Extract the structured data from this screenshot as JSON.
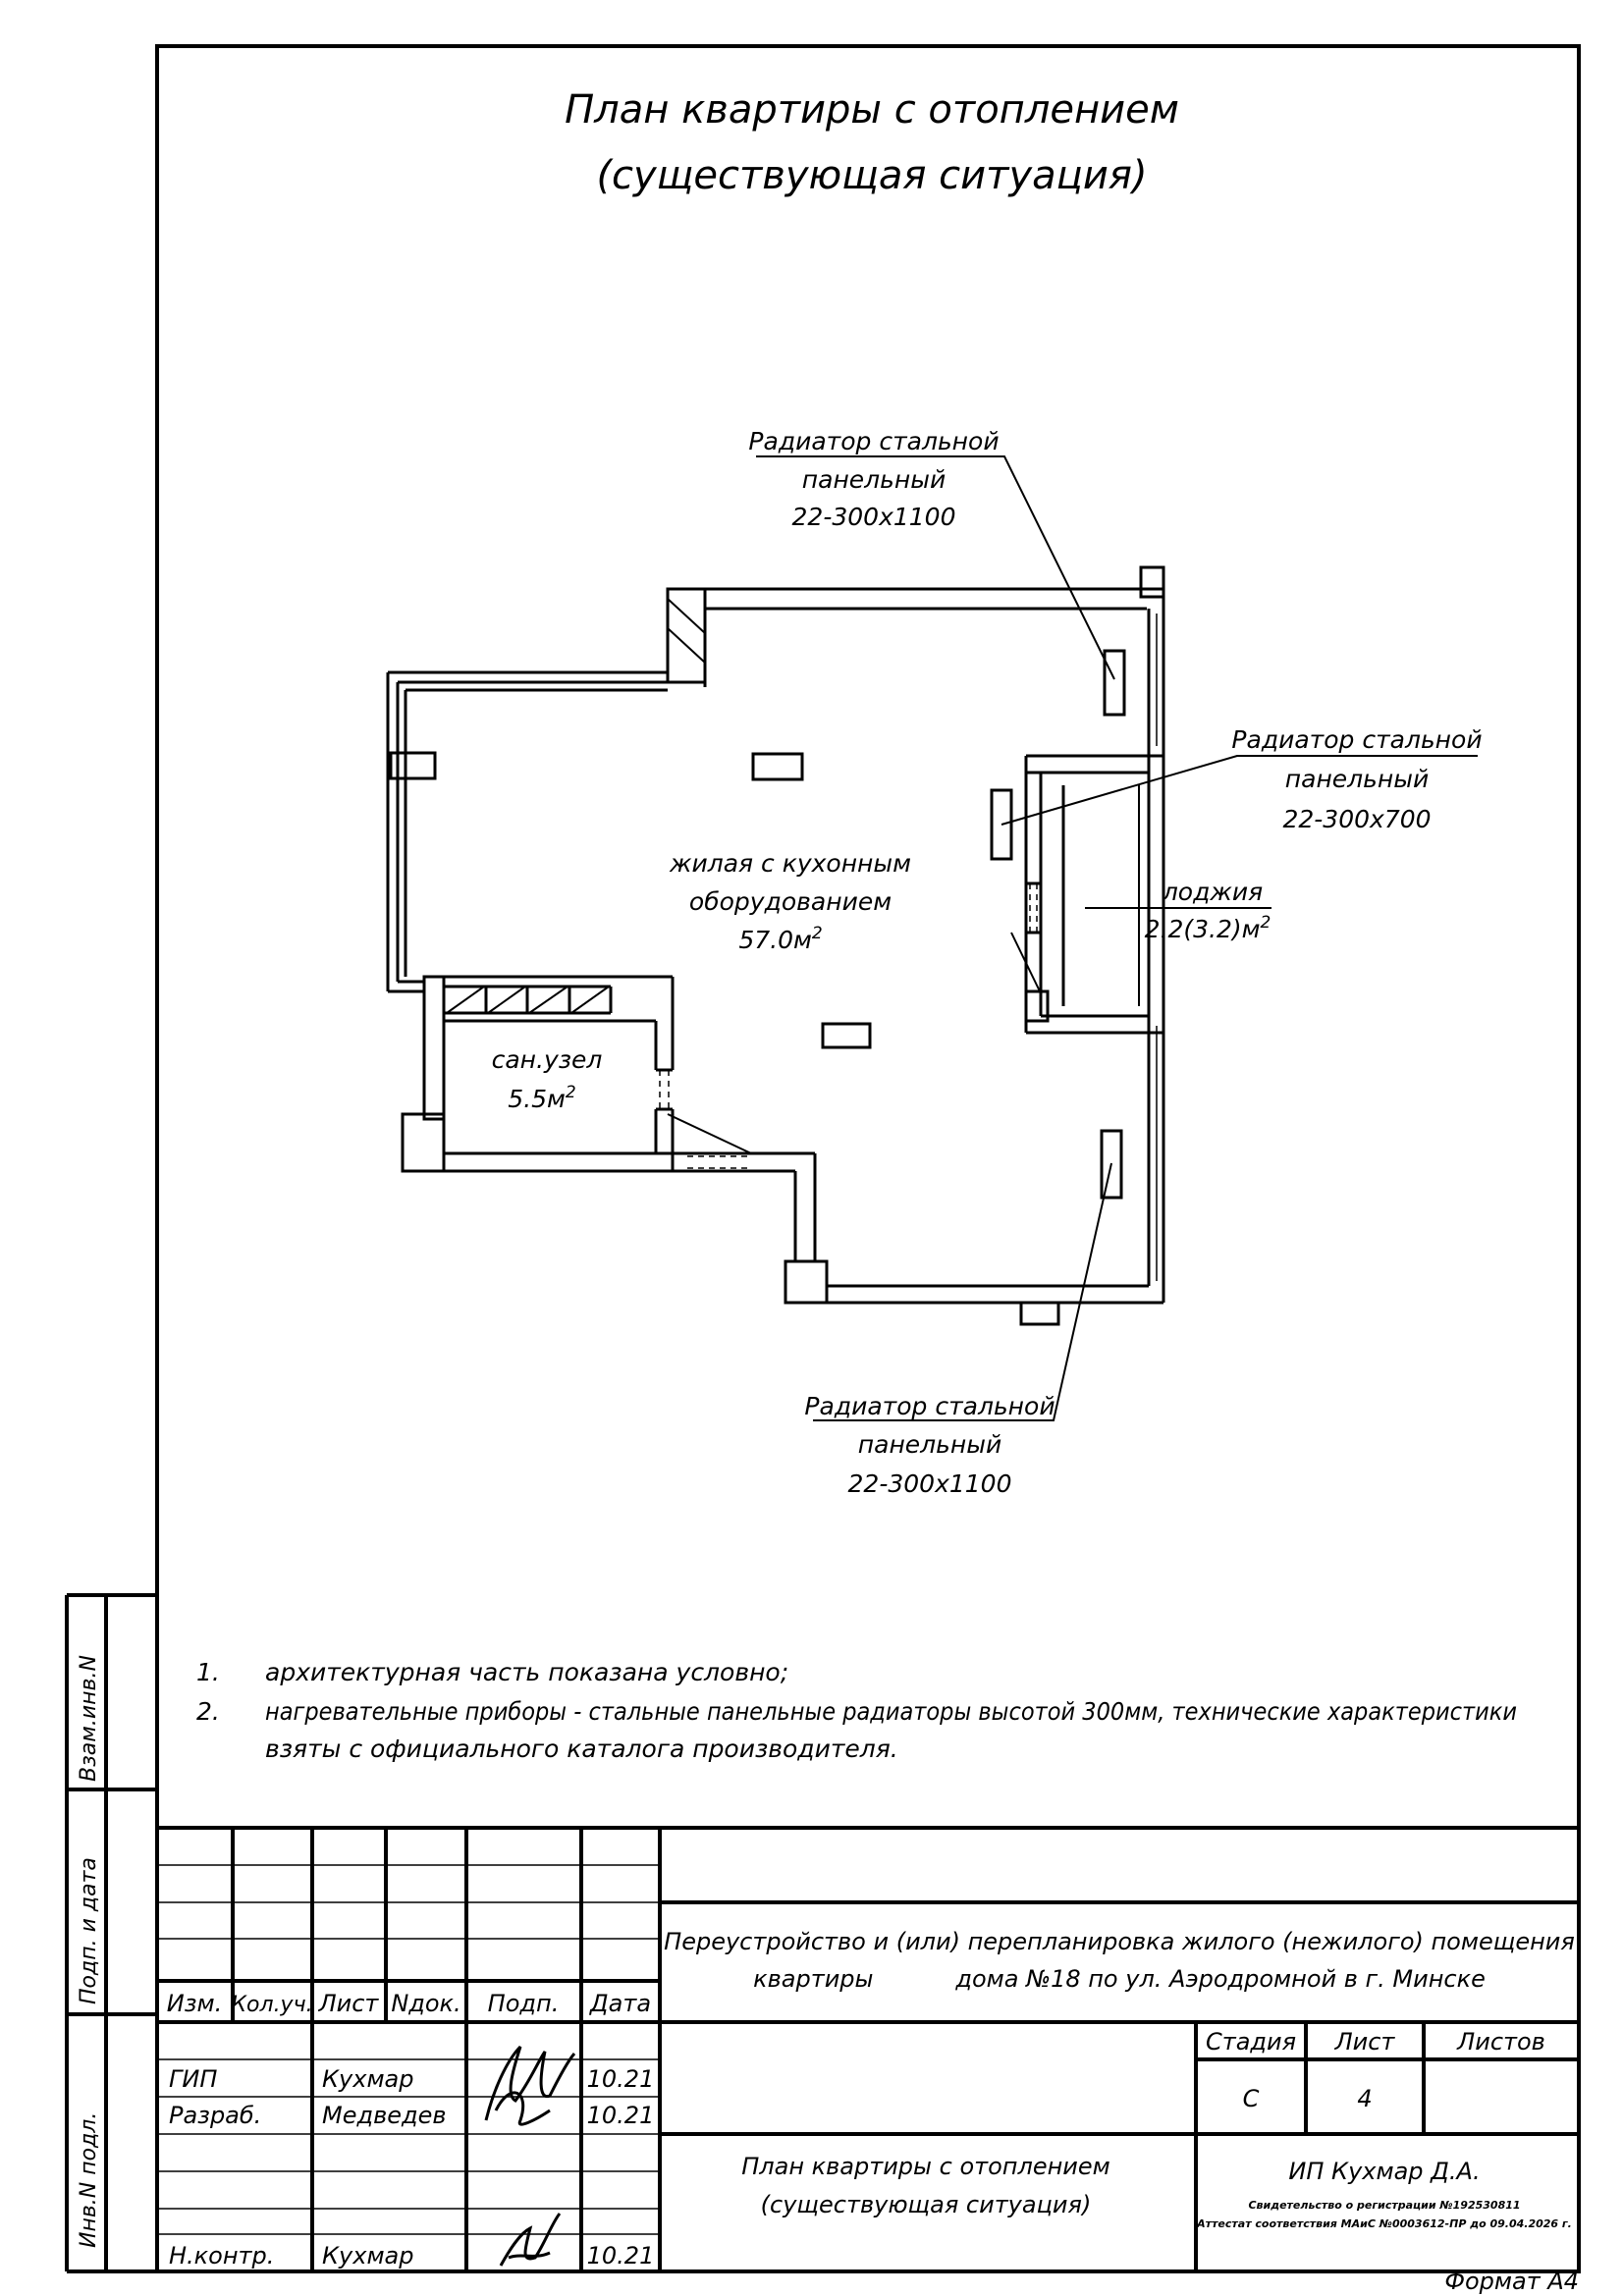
{
  "drawing": {
    "title_line1": "План квартиры с отоплением",
    "title_line2": "(существующая ситуация)"
  },
  "radiators": [
    {
      "name_line1": "Радиатор стальной",
      "name_line2": "панельный",
      "size": "22-300х1100"
    },
    {
      "name_line1": "Радиатор стальной",
      "name_line2": "панельный",
      "size": "22-300х700"
    },
    {
      "name_line1": "Радиатор стальной",
      "name_line2": "панельный",
      "size": "22-300х1100"
    }
  ],
  "rooms": {
    "living": {
      "line1": "жилая с кухонным",
      "line2": "оборудованием",
      "area": "57.0м",
      "sup": "2"
    },
    "bathroom": {
      "line1": "сан.узел",
      "area": "5.5м",
      "sup": "2"
    },
    "loggia": {
      "line1": "лоджия",
      "area": "2.2(3.2)м",
      "sup": "2"
    }
  },
  "notes": [
    {
      "num": "1.",
      "text": "архитектурная часть показана условно;"
    },
    {
      "num": "2.",
      "text": "нагревательные приборы - стальные панельные радиаторы высотой 300мм, технические характеристики",
      "text2": "взяты с официального каталога производителя."
    }
  ],
  "side_stamp": {
    "vzam": "Взам.инв.N",
    "podp": "Подп. и дата",
    "inv": "Инв.N подл."
  },
  "title_block": {
    "headers": [
      "Изм.",
      "Кол.уч.",
      "Лист",
      "Nдок.",
      "Подп.",
      "Дата"
    ],
    "project_line1": "Переустройство и (или) перепланировка жилого (нежилого) помещения",
    "project_line2": "квартиры           дома №18 по ул. Аэродромной в г. Минске",
    "rows": [
      {
        "role": "ГИП",
        "name": "Кухмар",
        "date": "10.21"
      },
      {
        "role": "Разраб.",
        "name": "Медведев",
        "date": "10.21"
      },
      {
        "role": "Н.контр.",
        "name": "Кухмар",
        "date": "10.21"
      }
    ],
    "stage_label": "Стадия",
    "sheet_label": "Лист",
    "sheets_label": "Листов",
    "stage": "С",
    "sheet": "4",
    "sheets": "",
    "drawing_name_line1": "План квартиры с отоплением",
    "drawing_name_line2": "(существующая ситуация)",
    "company": "ИП Кухмар Д.А.",
    "reg_line1": "Свидетельство о регистрации №192530811",
    "reg_line2": "Аттестат соответствия МАиС №0003612-ПР до 09.04.2026 г."
  },
  "format": "Формат А4"
}
